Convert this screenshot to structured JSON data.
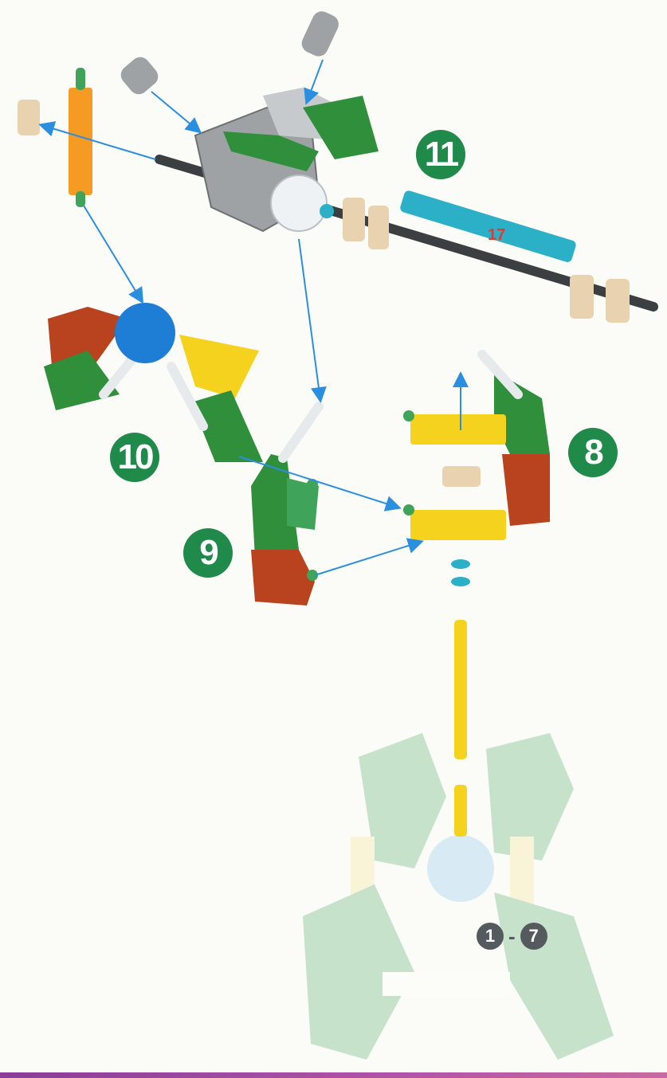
{
  "steps": {
    "step11": "11",
    "step10": "10",
    "step9": "9",
    "step8": "8"
  },
  "part_count_label": "17",
  "previous_steps": {
    "from": "1",
    "dash": "-",
    "to": "7"
  },
  "colors": {
    "step_badge": "#1f8a4a",
    "arrow": "#2b8fe0",
    "connector_green": "#2f8f3a",
    "rod_yellow": "#f4d21e",
    "rod_orange": "#f59a23",
    "brick_red": "#b8431e",
    "hub_blue": "#1e7ed6",
    "spring_teal": "#2bb0c8",
    "tan_clip": "#e8d2b0",
    "motor_gray": "#9ea2a4"
  }
}
